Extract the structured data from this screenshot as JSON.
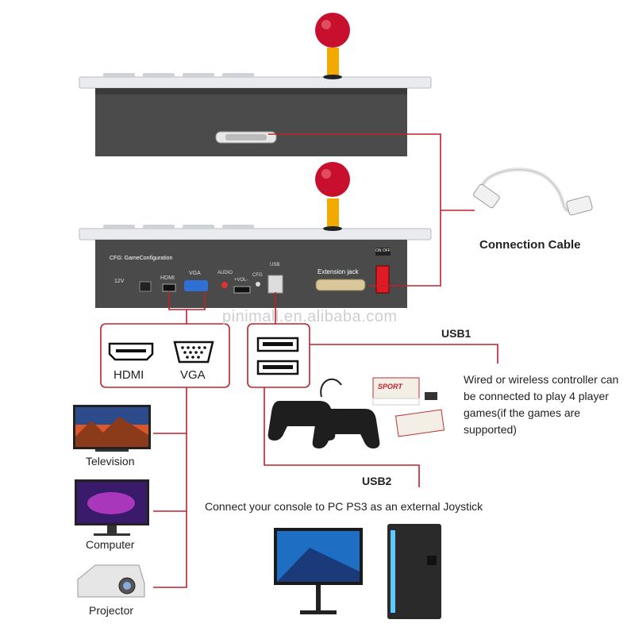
{
  "watermark": "pinimall.en.alibaba.com",
  "console": {
    "panel_label": "CFG: GameConfiguration",
    "ports": {
      "power": "12V",
      "hdmi": "HDMI",
      "vga": "VGA",
      "audio": "AUDIO",
      "volume": "+VOL-",
      "cfg": "CFG",
      "usb": "USB",
      "extension": "Extension jack",
      "switch": "ON OFF"
    }
  },
  "connection_cable": {
    "label": "Connection Cable"
  },
  "video_out": {
    "hdmi_label": "HDMI",
    "vga_label": "VGA",
    "devices": [
      {
        "label": "Television"
      },
      {
        "label": "Computer"
      },
      {
        "label": "Projector"
      }
    ]
  },
  "usb1": {
    "title": "USB1",
    "description": "Wired or wireless controller can be connected to play 4 player games(if the games are supported)",
    "box_text": "SPORT"
  },
  "usb2": {
    "title": "USB2",
    "description": "Connect your console to PC PS3 as an external Joystick"
  },
  "colors": {
    "accent": "#c0202c",
    "panel": "#4a4a4a",
    "knob": "#c8102e",
    "shaft": "#f2a900"
  }
}
